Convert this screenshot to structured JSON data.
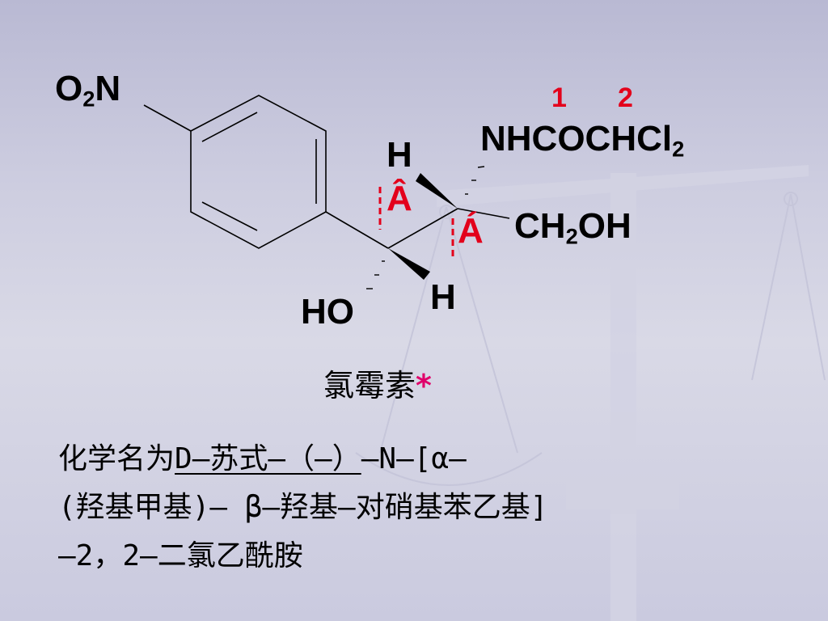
{
  "labels": {
    "nitro_o": "O",
    "nitro_sub": "2",
    "nitro_n": "N",
    "locant_1": "1",
    "locant_2": "2",
    "amide": "NHCOCHCl",
    "amide_sub": "2",
    "h_top": "H",
    "chiral_a1": "Â",
    "chiral_a2": "Á",
    "ch2oh_a": "CH",
    "ch2oh_sub": "2",
    "ch2oh_b": "OH",
    "ho": "HO",
    "h_bottom": "H"
  },
  "compound_name": "氯霉素",
  "asterisk": "*",
  "chemical_name": {
    "prefix": "化学名为",
    "underlined": "D—苏式—（—）",
    "rest_line1": "—N—[α—",
    "line2": "(羟基甲基)— β—羟基—对硝基苯乙基]",
    "line3": "—2，2—二氯乙酰胺"
  },
  "colors": {
    "accent_red": "#e3001b",
    "asterisk": "#e0006a"
  }
}
